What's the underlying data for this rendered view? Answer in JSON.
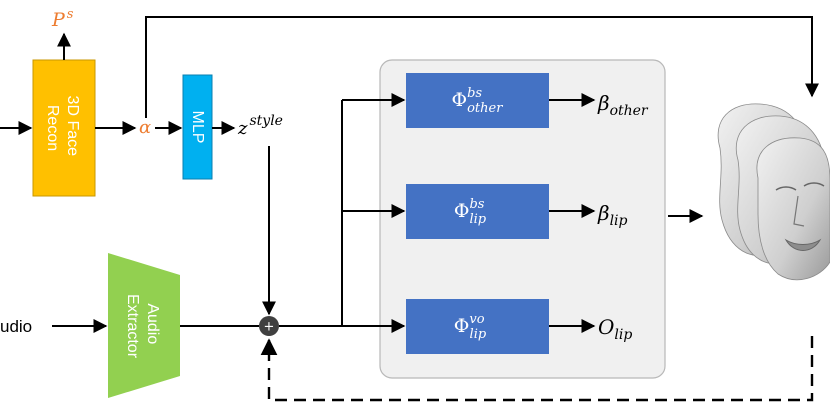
{
  "colors": {
    "face_recon_fill": "#FFC000",
    "face_recon_stroke": "#C99700",
    "mlp_fill": "#00B0F0",
    "mlp_stroke": "#0A7FB0",
    "audio_fill": "#92D050",
    "head_fill": "#4472C4",
    "group_fill": "#F0F0F0",
    "group_stroke": "#B8B8B8",
    "orange_text": "#ED7D31",
    "adder_fill": "#404040"
  },
  "blocks": {
    "face_recon": "3D Face Recon",
    "face_recon_lines": [
      "3D Face",
      "Recon"
    ],
    "mlp": "MLP",
    "audio_extractor": "Audio Extractor",
    "audio_extractor_lines": [
      "Audio",
      "Extractor"
    ],
    "adder_symbol": "+"
  },
  "labels": {
    "p_base": "P",
    "p_sup": "s",
    "alpha": "α",
    "z_base": "z",
    "z_sup": "style",
    "audio_input": "udio"
  },
  "heads": [
    {
      "base": "Φ",
      "sup": "bs",
      "sub": "other"
    },
    {
      "base": "Φ",
      "sup": "bs",
      "sub": "lip"
    },
    {
      "base": "Φ",
      "sup": "vo",
      "sub": "lip"
    }
  ],
  "outputs": [
    {
      "base": "β",
      "sub": "other"
    },
    {
      "base": "β",
      "sub": "lip"
    },
    {
      "base": "O",
      "sub": "lip"
    }
  ],
  "icons": {
    "face_output": "face-mesh-stack-icon"
  }
}
